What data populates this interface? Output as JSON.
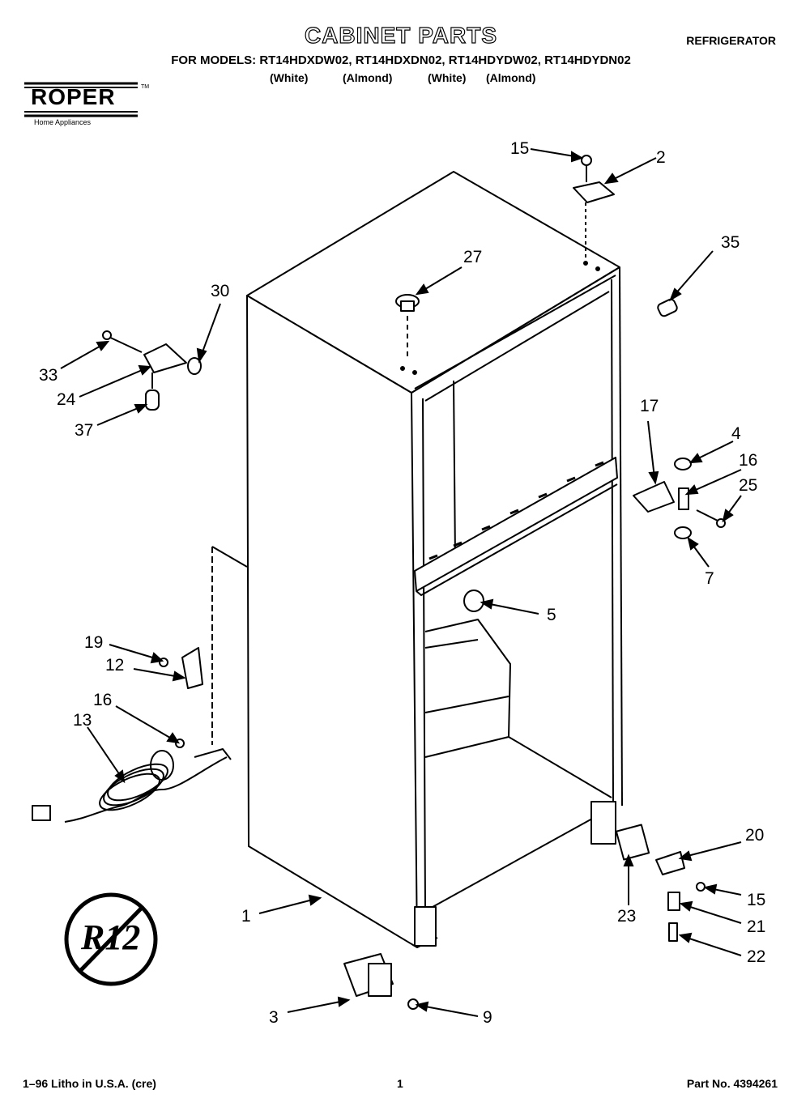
{
  "header": {
    "title": "CABINET PARTS",
    "category": "REFRIGERATOR",
    "models_line": "FOR MODELS: RT14HDXDW02, RT14HDXDN02, RT14HDYDW02, RT14HDYDN02",
    "variants": [
      "(White)",
      "(Almond)",
      "(White)",
      "(Almond)"
    ]
  },
  "brand": {
    "name": "ROPER",
    "tagline": "Home Appliances",
    "trademark": "TM"
  },
  "callouts": {
    "c1": "1",
    "c2": "2",
    "c3": "3",
    "c4": "4",
    "c5": "5",
    "c7": "7",
    "c9": "9",
    "c12": "12",
    "c13": "13",
    "c15a": "15",
    "c15b": "15",
    "c16a": "16",
    "c16b": "16",
    "c17": "17",
    "c19": "19",
    "c20": "20",
    "c21": "21",
    "c22": "22",
    "c23": "23",
    "c24": "24",
    "c25": "25",
    "c27": "27",
    "c30": "30",
    "c33": "33",
    "c35": "35",
    "c37": "37"
  },
  "emblem": {
    "text": "R12"
  },
  "footer": {
    "left": "1–96 Litho in U.S.A. (cre)",
    "center": "1",
    "right": "Part No. 4394261"
  }
}
